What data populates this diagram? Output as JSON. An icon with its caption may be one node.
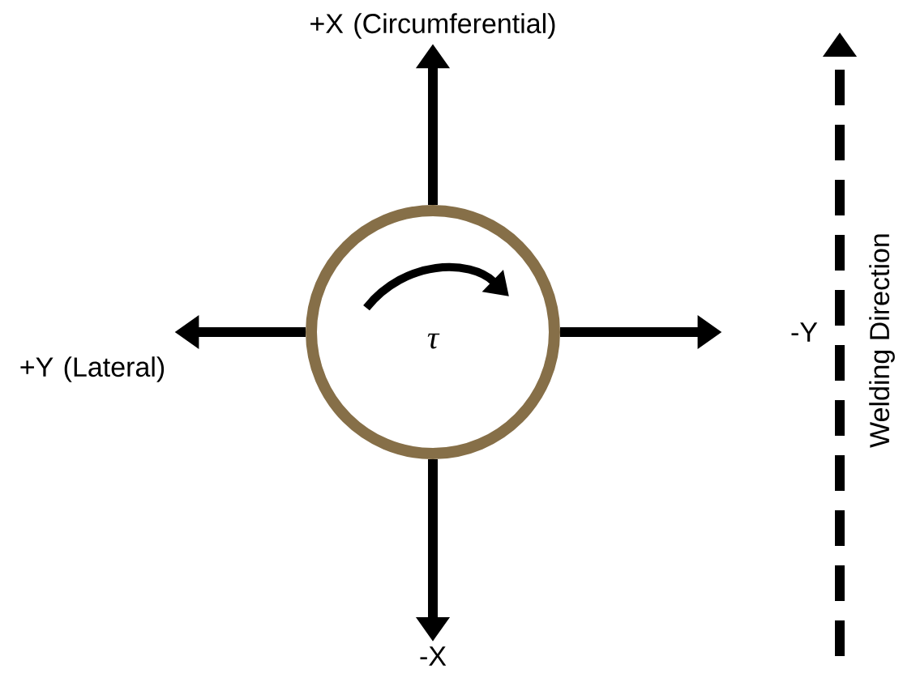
{
  "diagram": {
    "nodes": [
      {
        "text": [
          "τ"
        ]
      },
      {
        "text": [
          "+X (Circumferential)"
        ]
      },
      {
        "text": [
          "-Y"
        ]
      },
      {
        "text": [
          "-X"
        ]
      },
      {
        "text": [
          "+Y (Lateral)"
        ]
      }
    ],
    "edges": [
      {
        "from": 0,
        "to": 1,
        "arrow": "to"
      },
      {
        "from": 0,
        "to": 2,
        "arrow": "to"
      },
      {
        "from": 0,
        "to": 3,
        "arrow": "to"
      },
      {
        "from": 0,
        "to": 4,
        "arrow": "to"
      }
    ],
    "labels": [
      "Welding Direction"
    ]
  }
}
